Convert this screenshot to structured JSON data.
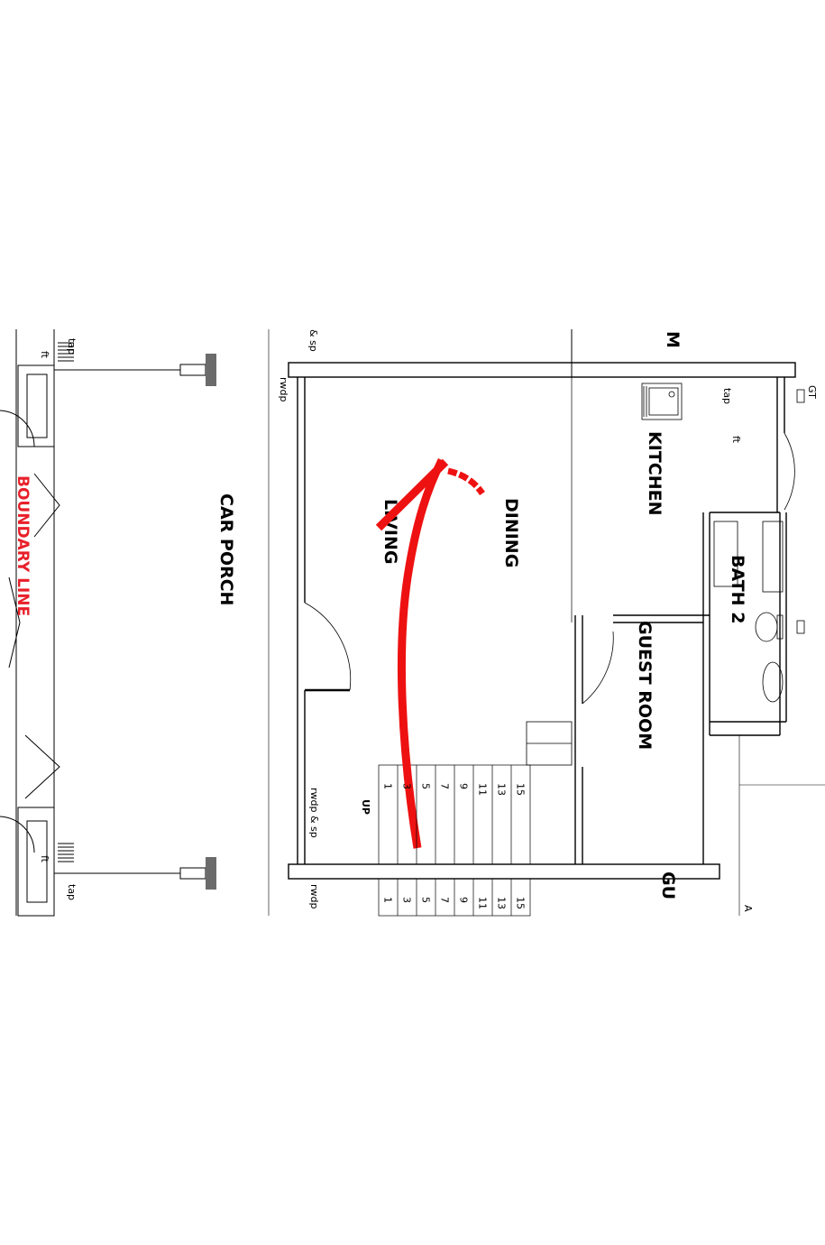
{
  "rooms": {
    "boundary": "BOUNDARY LINE",
    "car_porch": "CAR PORCH",
    "living": "LIVING",
    "dining": "DINING",
    "kitchen": "KITCHEN",
    "bath2": "BATH 2",
    "guest_room": "GUEST ROOM",
    "cut_top": "M",
    "cut_bottom": "GU"
  },
  "notes": {
    "tap1": "tap",
    "tap2": "tap",
    "tap_kitchen": "tap",
    "ft1": "ft",
    "ft2": "ft",
    "ft_kitchen": "ft",
    "rwdp_top": "rwdp",
    "sp_top": "& sp",
    "rwdp_sp": "rwdp & sp",
    "rwdp_bottom": "rwdp",
    "up": "UP",
    "gt": "GT",
    "a": "A"
  },
  "stairs": {
    "steps_upper": [
      "1",
      "3",
      "5",
      "7",
      "9",
      "11",
      "13",
      "15"
    ],
    "steps_lower": [
      "1",
      "3",
      "5",
      "7",
      "9",
      "11",
      "13",
      "15"
    ]
  },
  "colors": {
    "boundary": "#e8202a",
    "arrow": "#ee1111",
    "ink": "#000000",
    "column": "#6b6b6b"
  },
  "annotation": {
    "type": "curved-arrow"
  }
}
